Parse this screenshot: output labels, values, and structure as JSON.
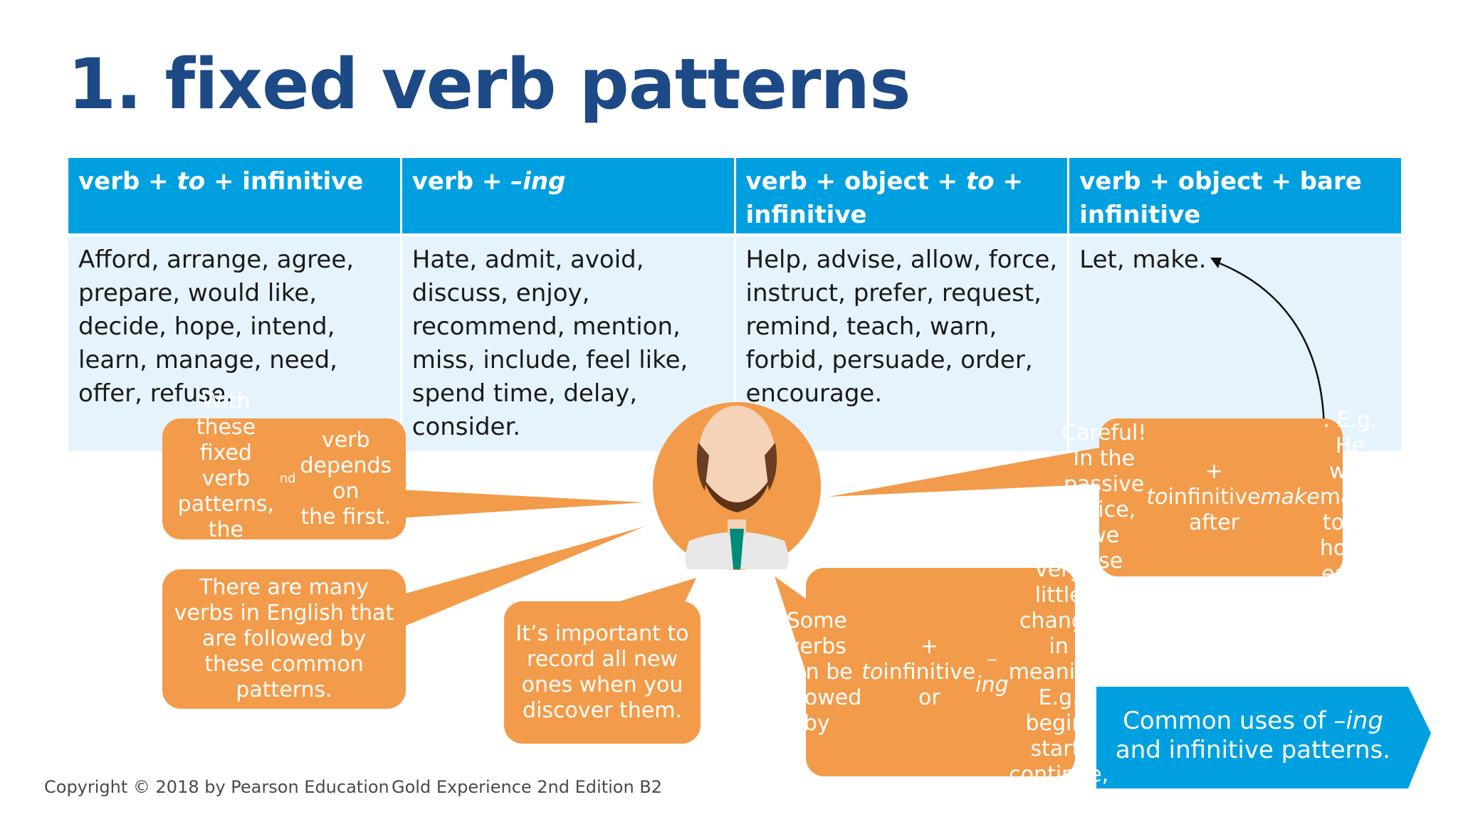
{
  "title": "1. fixed verb patterns",
  "table": {
    "headers": [
      "verb + to + infinitive",
      "verb + –ing",
      "verb + object + to + infinitive",
      "verb + object + bare infinitive"
    ],
    "cells": [
      "Afford, arrange, agree, prepare, would like, decide, hope, intend, learn, manage, need, offer, refuse.",
      "Hate, admit, avoid, discuss, enjoy, recommend, mention, miss, include, feel like, spend time, delay, consider.",
      "Help, advise, allow, force, instruct, prefer, request, remind, teach, warn, forbid, persuade, order, encourage.",
      "Let, make."
    ]
  },
  "bubbles": {
    "second_verb": "With these fixed verb patterns, the 2nd verb depends on the first.",
    "many_verbs": "There are many verbs in English that are followed by these common patterns.",
    "record": "It’s important to record all new ones when you discover them.",
    "no_change": "Some verbs can be followed by to + infinitive or –ing with no or very little change in meaning. E.g. begin, start, continue, dread, propose.",
    "passive": "Careful! In the passive voice, we use to + infinitive after make. E.g. He was made to go home early."
  },
  "cta": "Common uses of –ing and infinitive patterns.",
  "footer": {
    "copyright": "Copyright © 2018 by Pearson Education",
    "book": "Gold Experience 2nd Edition B2"
  },
  "colors": {
    "title": "#1d4a86",
    "header_bg": "#00a0e0",
    "body_bg": "#e5f3fc",
    "bubble": "#f29b4a",
    "cta": "#00a0e0"
  },
  "icons": [
    "teacher-avatar-icon",
    "curved-arrow-icon",
    "arrow-banner-icon"
  ]
}
